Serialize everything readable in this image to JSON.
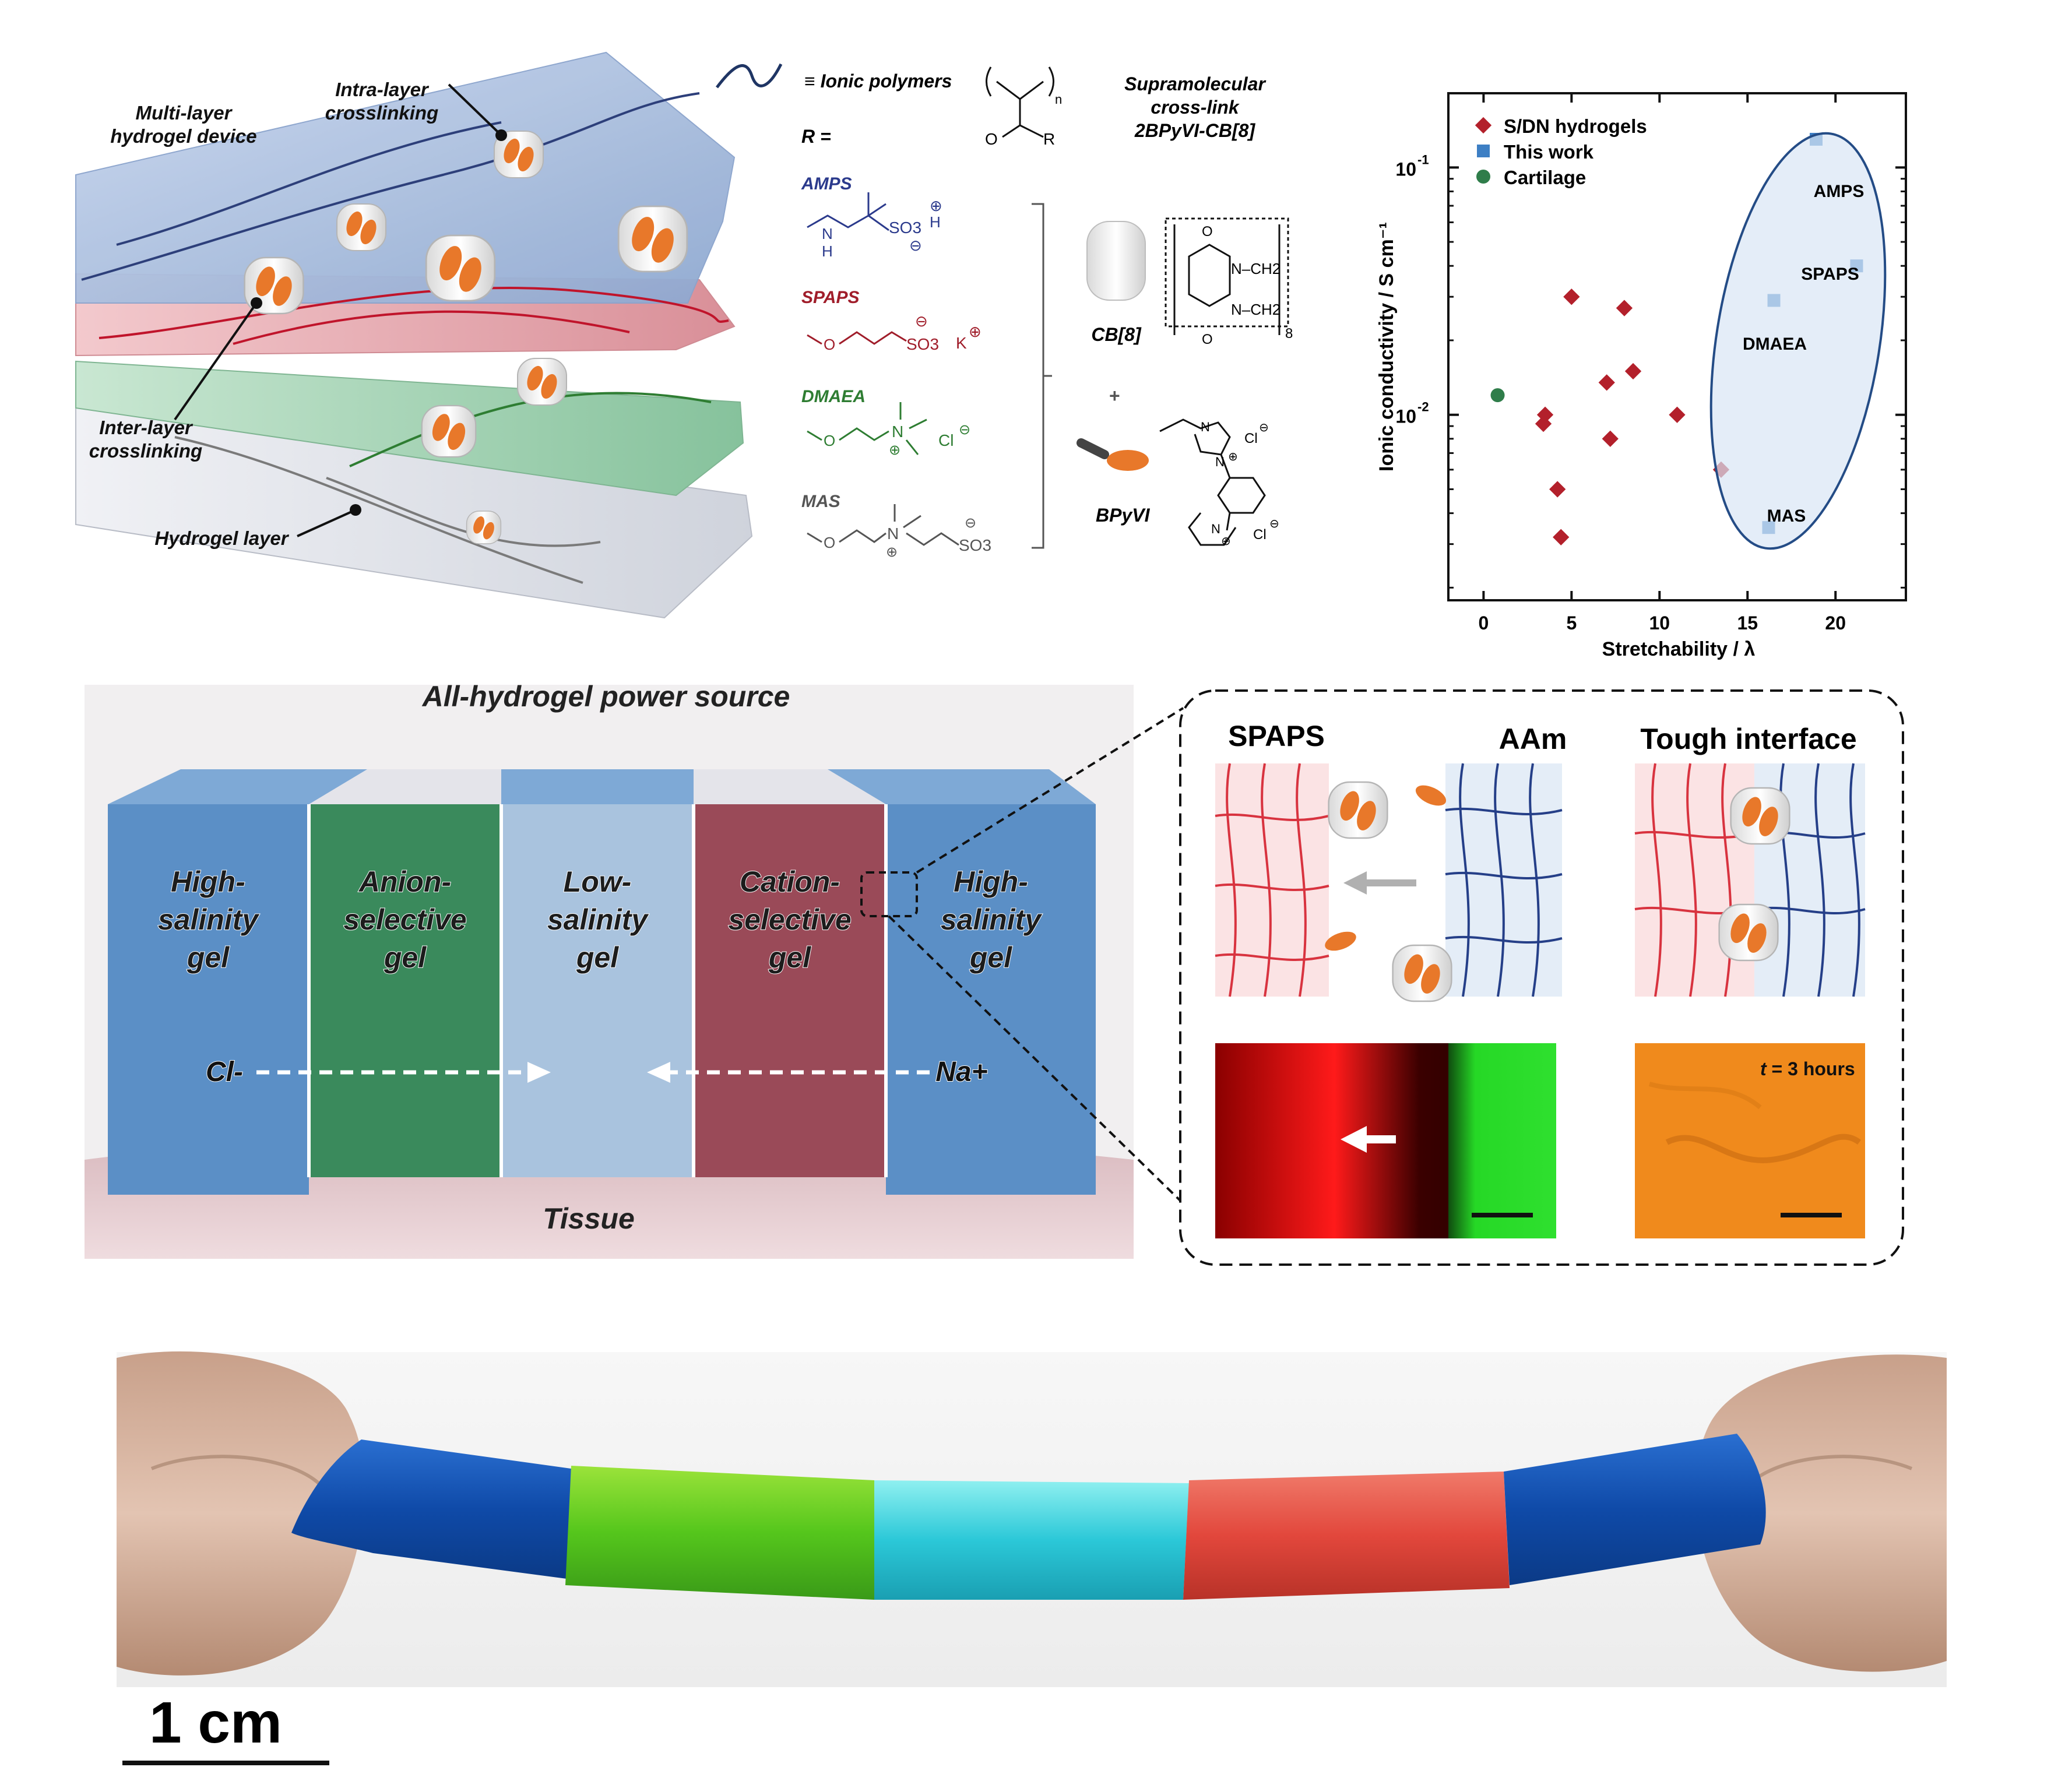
{
  "panel_a": {
    "labels": {
      "multilayer_1": "Multi-layer",
      "multilayer_2": "hydrogel device",
      "intra_1": "Intra-layer",
      "intra_2": "crosslinking",
      "inter_1": "Inter-layer",
      "inter_2": "crosslinking",
      "hydrogel_layer": "Hydrogel layer"
    },
    "colors": {
      "blue": "#9fb6d8",
      "red": "#e3a9b0",
      "green": "#9fcfb0",
      "grey": "#d8dbe3",
      "orange": "#e8782a"
    }
  },
  "chem": {
    "ionic_polymers": "≡ Ionic polymers",
    "r_eq": "R =",
    "n": "n",
    "o": "O",
    "r": "R",
    "supra_1": "Supramolecular",
    "supra_2": "cross-link",
    "supra_3": "2BPyVI-CB[8]",
    "monomers": [
      {
        "name": "AMPS",
        "color": "#2b3a8c",
        "formula": "SO3",
        "extra": "H",
        "charge1": "⊕",
        "charge2": "⊖",
        "nh": "N",
        "h": "H"
      },
      {
        "name": "SPAPS",
        "color": "#a01d2a",
        "formula": "SO3",
        "extra": "K",
        "charge1": "⊖",
        "charge2": "⊕",
        "o": "O"
      },
      {
        "name": "DMAEA",
        "color": "#2e7d32",
        "formula": "N",
        "extra": "Cl",
        "charge1": "⊕",
        "charge2": "⊖",
        "o": "O"
      },
      {
        "name": "MAS",
        "color": "#555555",
        "formula": "SO3",
        "extra": "N",
        "charge1": "⊕",
        "charge2": "⊖",
        "o": "O"
      }
    ],
    "cb8": "CB[8]",
    "cb8_sub": "8",
    "cb_n1": "N–CH2",
    "cb_n2": "N–CH2",
    "cb_o": "O",
    "plus": "+",
    "bpyvi": "BPyVI",
    "cl": "Cl",
    "n_plus": "N",
    "minus": "⊖",
    "pluscharge": "⊕"
  },
  "chart_data": {
    "type": "scatter",
    "xlabel": "Stretchability / λ",
    "ylabel": "Ionic conductivity / S cm⁻¹",
    "xlim": [
      -2,
      24
    ],
    "ylim_log10": [
      -2.75,
      -0.7
    ],
    "x_ticks": [
      0,
      5,
      10,
      15,
      20
    ],
    "x_tick_labels": [
      "0",
      "5",
      "10",
      "15",
      "20"
    ],
    "y_ticks": [
      0.1,
      0.01
    ],
    "y_tick_labels": [
      "10",
      "10"
    ],
    "y_tick_exps": [
      "-1",
      "-2"
    ],
    "legend_position": "top-left",
    "series": [
      {
        "name": "S/DN hydrogels",
        "marker": "diamond",
        "color": "#b3202b",
        "points": [
          [
            5.0,
            0.03
          ],
          [
            8.0,
            0.027
          ],
          [
            8.5,
            0.015
          ],
          [
            7.0,
            0.0135
          ],
          [
            11.0,
            0.01
          ],
          [
            3.5,
            0.01
          ],
          [
            3.4,
            0.0092
          ],
          [
            7.2,
            0.008
          ],
          [
            13.5,
            0.006
          ],
          [
            4.2,
            0.005
          ],
          [
            4.4,
            0.0032
          ]
        ]
      },
      {
        "name": "This work",
        "marker": "square",
        "color": "#3d7fc4",
        "points": [
          [
            18.9,
            0.13
          ],
          [
            21.2,
            0.04
          ],
          [
            16.5,
            0.029
          ],
          [
            16.2,
            0.0035
          ]
        ]
      },
      {
        "name": "Cartilage",
        "marker": "circle",
        "color": "#2f7d4a",
        "points": [
          [
            0.8,
            0.012
          ]
        ]
      }
    ],
    "annotations": [
      "AMPS",
      "SPAPS",
      "DMAEA",
      "MAS"
    ]
  },
  "panel_b": {
    "title": "All-hydrogel power source",
    "gels": [
      {
        "l1": "High-",
        "l2": "salinity",
        "l3": "gel"
      },
      {
        "l1": "Anion-",
        "l2": "selective",
        "l3": "gel"
      },
      {
        "l1": "Low-",
        "l2": "salinity",
        "l3": "gel"
      },
      {
        "l1": "Cation-",
        "l2": "selective",
        "l3": "gel"
      },
      {
        "l1": "High-",
        "l2": "salinity",
        "l3": "gel"
      }
    ],
    "cl_label": "Cl-",
    "na_label": "Na+",
    "tissue": "Tissue",
    "colors": {
      "blue": "#5b8fc6",
      "green": "#3a8a5c",
      "light": "#a9c3de",
      "red": "#9a4a58"
    }
  },
  "panel_c": {
    "spaps": "SPAPS",
    "aam": "AAm",
    "tough": "Tough interface",
    "t_label": "t",
    "t_rest": " = 3 hours"
  },
  "photo": {
    "scale": "1 cm"
  }
}
